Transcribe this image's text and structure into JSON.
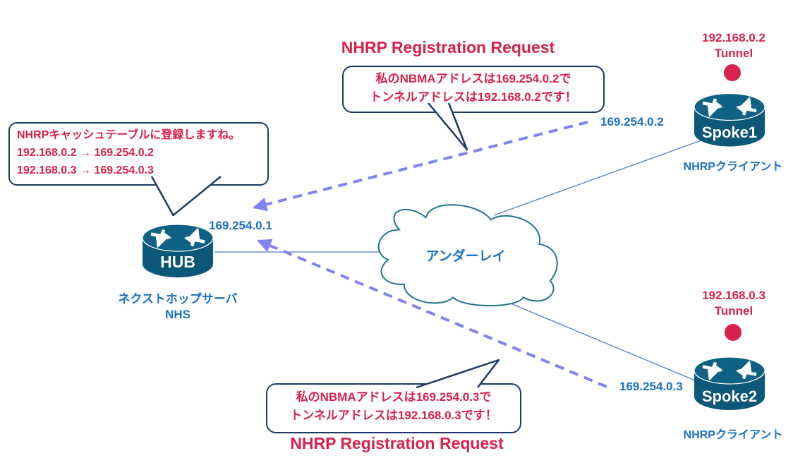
{
  "titles": {
    "top": "NHRP Registration Request",
    "bottom": "NHRP Registration Request"
  },
  "hub": {
    "name": "HUB",
    "role_line1": "ネクストホップサーバ",
    "role_line2": "NHS",
    "nbma_ip": "169.254.0.1"
  },
  "spoke1": {
    "name": "Spoke1",
    "role": "NHRPクライアント",
    "tunnel_ip": "192.168.0.2",
    "tunnel_label": "Tunnel",
    "nbma_ip": "169.254.0.2"
  },
  "spoke2": {
    "name": "Spoke2",
    "role": "NHRPクライアント",
    "tunnel_ip": "192.168.0.3",
    "tunnel_label": "Tunnel",
    "nbma_ip": "169.254.0.3"
  },
  "cloud": {
    "label": "アンダーレイ"
  },
  "bubbles": {
    "hub_cache": {
      "line1": "NHRPキャッシュテーブルに登録しますね。",
      "line2": "192.168.0.2 → 169.254.0.2",
      "line3": "192.168.0.3 → 169.254.0.3"
    },
    "spoke1_request": {
      "line1": "私のNBMAアドレスは169.254.0.2で",
      "line2": "トンネルアドレスは192.168.0.2です！"
    },
    "spoke2_request": {
      "line1": "私のNBMAアドレスは169.254.0.3で",
      "line2": "トンネルアドレスは192.168.0.3です！"
    }
  },
  "colors": {
    "accent_red": "#d8214d",
    "label_blue": "#1a72c4",
    "bubble_border_navy": "#1e3a64",
    "cloud_teal": "#20768f",
    "arrow_purple": "#8283f3",
    "router_teal": "#0c5878",
    "link_blue": "#4f7dc8"
  }
}
